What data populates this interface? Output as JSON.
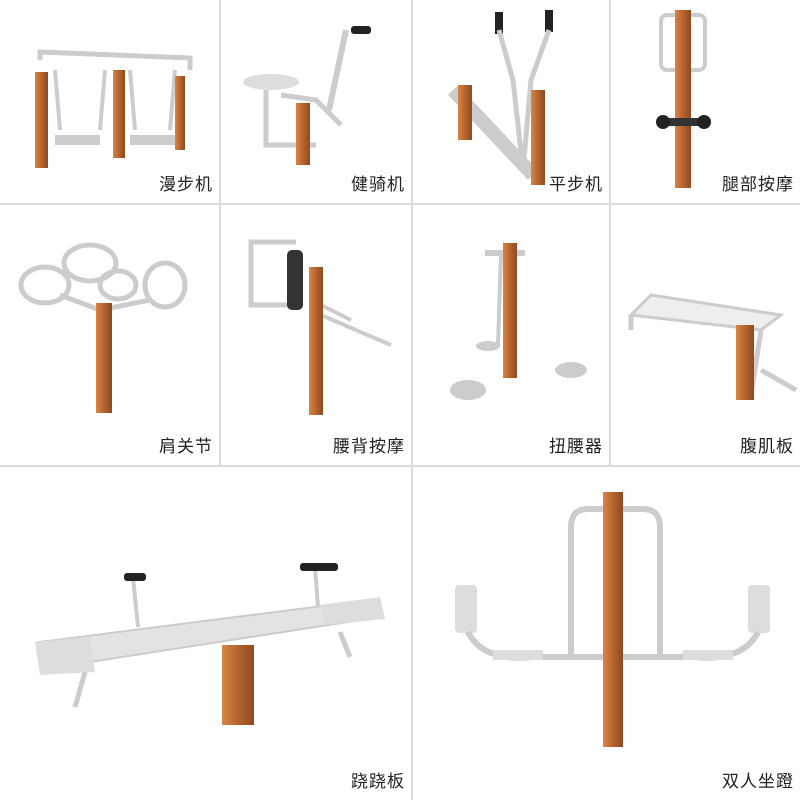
{
  "colors": {
    "wood": "#b5642e",
    "metal": "#d9d9d9",
    "divider": "#dcdcdc"
  },
  "products": [
    {
      "label": "漫步机"
    },
    {
      "label": "健骑机"
    },
    {
      "label": "平步机"
    },
    {
      "label": "腿部按摩"
    },
    {
      "label": "肩关节"
    },
    {
      "label": "腰背按摩"
    },
    {
      "label": "扭腰器"
    },
    {
      "label": "腹肌板"
    },
    {
      "label": "跷跷板"
    },
    {
      "label": "双人坐蹬"
    }
  ]
}
